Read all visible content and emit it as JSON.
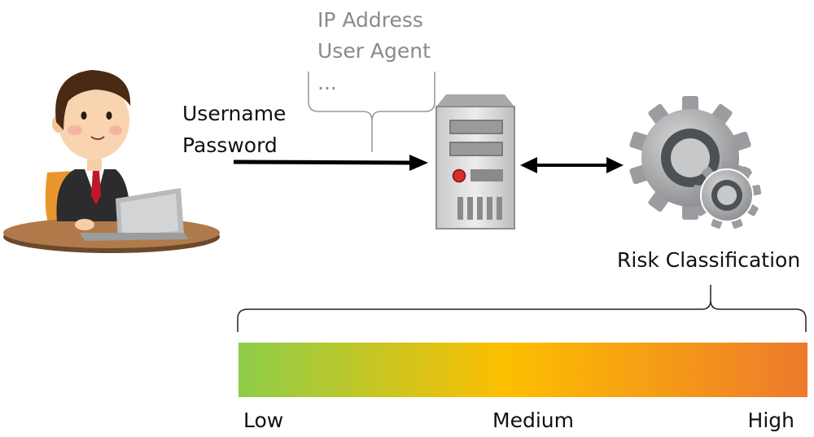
{
  "credentials": {
    "line1": "Username",
    "line2": "Password"
  },
  "metadata": {
    "line1": "IP Address",
    "line2": "User Agent",
    "line3": "..."
  },
  "risk": {
    "title": "Risk Classification",
    "scale": {
      "low": "Low",
      "medium": "Medium",
      "high": "High"
    }
  },
  "colors": {
    "gradient_low": "#8dcd4a",
    "gradient_medium": "#fdbf00",
    "gradient_high": "#ed7a2c",
    "arrow": "#000000",
    "bracket": "#222222",
    "metadata_bracket": "#9a9a9a"
  },
  "icons": {
    "user": "user-at-laptop-icon",
    "server": "server-tower-icon",
    "gears": "gears-icon"
  }
}
